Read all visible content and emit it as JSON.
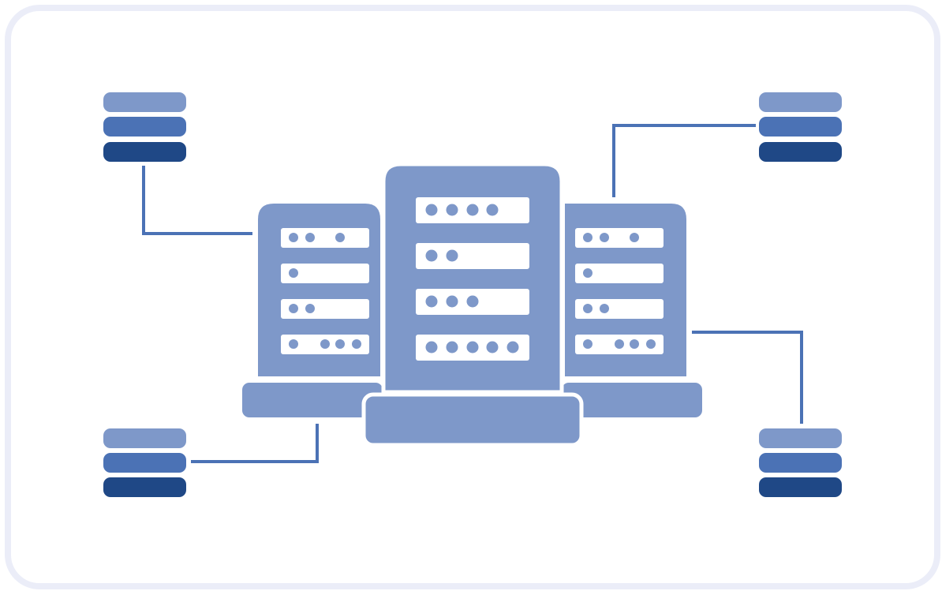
{
  "colors": {
    "frame_border": "#ebedf8",
    "background": "#ffffff",
    "server_body": "#7e98c9",
    "connector_line": "#4b72b5",
    "db_top_layer": "#7e98c9",
    "db_middle_layer": "#4b72b5",
    "db_bottom_layer": "#1f4886",
    "slot_fill": "#ffffff"
  },
  "icons": {
    "central_server": "server-rack-icon",
    "databases": "database-stack-icon"
  },
  "servers": [
    {
      "name": "left-server",
      "slot_dots": [
        3,
        1,
        2,
        4
      ]
    },
    {
      "name": "center-server",
      "slot_dots": [
        4,
        2,
        3,
        5
      ]
    },
    {
      "name": "right-server",
      "slot_dots": [
        3,
        1,
        2,
        4
      ]
    }
  ],
  "databases": [
    {
      "name": "top-left-database",
      "layers": 3
    },
    {
      "name": "top-right-database",
      "layers": 3
    },
    {
      "name": "bottom-left-database",
      "layers": 3
    },
    {
      "name": "bottom-right-database",
      "layers": 3
    }
  ]
}
